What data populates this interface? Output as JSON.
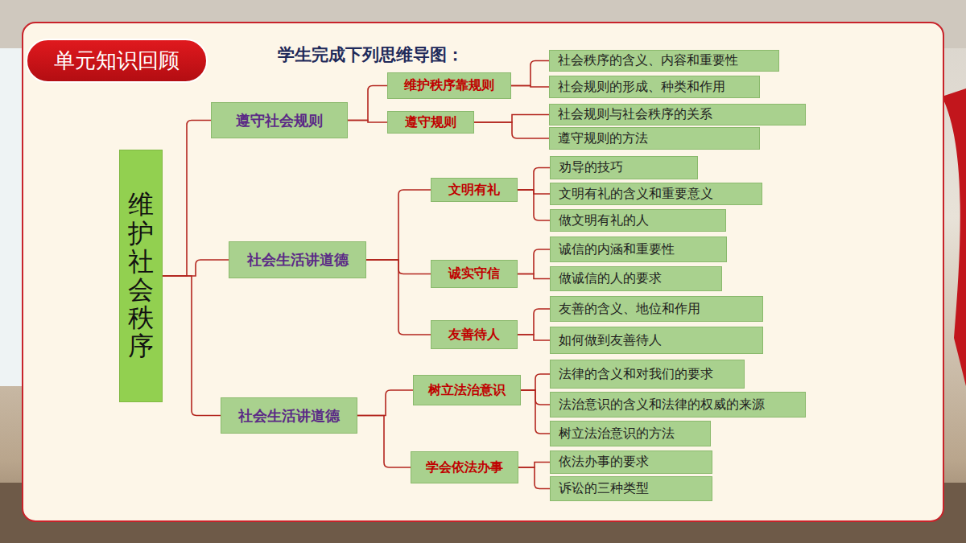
{
  "diagram": {
    "title": "学生完成下列思维导图：",
    "nodes": [
      {
        "text": [
          "单元知识回顾"
        ]
      },
      {
        "text": [
          "维护社会秩序"
        ]
      },
      {
        "text": [
          "遵守社会规则"
        ]
      },
      {
        "text": [
          "维护秩序靠规则"
        ]
      },
      {
        "text": [
          "社会秩序的含义、内容和重要性"
        ]
      },
      {
        "text": [
          "社会规则的形成、种类和作用"
        ]
      },
      {
        "text": [
          "遵守规则"
        ]
      },
      {
        "text": [
          "社会规则与社会秩序的关系"
        ]
      },
      {
        "text": [
          "遵守规则的方法"
        ]
      },
      {
        "text": [
          "社会生活讲道德"
        ]
      },
      {
        "text": [
          "文明有礼"
        ]
      },
      {
        "text": [
          "劝导的技巧"
        ]
      },
      {
        "text": [
          "文明有礼的含义和重要意义"
        ]
      },
      {
        "text": [
          "做文明有礼的人"
        ]
      },
      {
        "text": [
          "诚实守信"
        ]
      },
      {
        "text": [
          "诚信的内涵和重要性"
        ]
      },
      {
        "text": [
          "做诚信的人的要求"
        ]
      },
      {
        "text": [
          "友善待人"
        ]
      },
      {
        "text": [
          "友善的含义、地位和作用"
        ]
      },
      {
        "text": [
          "如何做到友善待人"
        ]
      },
      {
        "text": [
          "社会生活讲道德"
        ]
      },
      {
        "text": [
          "树立法治意识"
        ]
      },
      {
        "text": [
          "法律的含义和对我们的要求"
        ]
      },
      {
        "text": [
          "法治意识的含义和法律的权威的来源"
        ]
      },
      {
        "text": [
          "树立法治意识的方法"
        ]
      },
      {
        "text": [
          "学会依法办事"
        ]
      },
      {
        "text": [
          "依法办事的要求"
        ]
      },
      {
        "text": [
          "诉讼的三种类型"
        ]
      }
    ],
    "edges": [
      {
        "from": 1,
        "to": 2,
        "arrow": "none"
      },
      {
        "from": 1,
        "to": 9,
        "arrow": "none"
      },
      {
        "from": 1,
        "to": 20,
        "arrow": "none"
      },
      {
        "from": 2,
        "to": 3,
        "arrow": "none"
      },
      {
        "from": 2,
        "to": 6,
        "arrow": "none"
      },
      {
        "from": 3,
        "to": 4,
        "arrow": "none"
      },
      {
        "from": 3,
        "to": 5,
        "arrow": "none"
      },
      {
        "from": 6,
        "to": 7,
        "arrow": "none"
      },
      {
        "from": 6,
        "to": 8,
        "arrow": "none"
      },
      {
        "from": 9,
        "to": 10,
        "arrow": "none"
      },
      {
        "from": 9,
        "to": 14,
        "arrow": "none"
      },
      {
        "from": 9,
        "to": 17,
        "arrow": "none"
      },
      {
        "from": 10,
        "to": 11,
        "arrow": "none"
      },
      {
        "from": 10,
        "to": 12,
        "arrow": "none"
      },
      {
        "from": 10,
        "to": 13,
        "arrow": "none"
      },
      {
        "from": 14,
        "to": 15,
        "arrow": "none"
      },
      {
        "from": 14,
        "to": 16,
        "arrow": "none"
      },
      {
        "from": 17,
        "to": 18,
        "arrow": "none"
      },
      {
        "from": 17,
        "to": 19,
        "arrow": "none"
      },
      {
        "from": 20,
        "to": 21,
        "arrow": "none"
      },
      {
        "from": 20,
        "to": 25,
        "arrow": "none"
      },
      {
        "from": 21,
        "to": 22,
        "arrow": "none"
      },
      {
        "from": 21,
        "to": 23,
        "arrow": "none"
      },
      {
        "from": 21,
        "to": 24,
        "arrow": "none"
      },
      {
        "from": 25,
        "to": 26,
        "arrow": "none"
      },
      {
        "from": 25,
        "to": 27,
        "arrow": "none"
      }
    ]
  }
}
